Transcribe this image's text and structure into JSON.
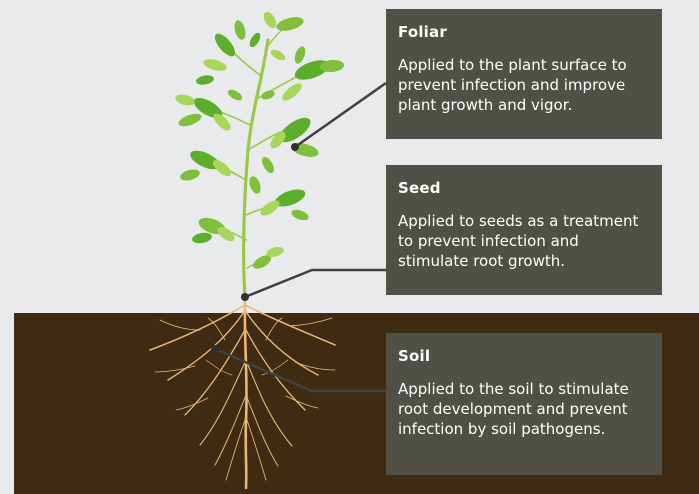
{
  "callouts": {
    "foliar": {
      "title": "Foliar",
      "text": "Applied to the plant surface to prevent infection and improve plant growth and vigor."
    },
    "seed": {
      "title": "Seed",
      "text": "Applied to seeds as a treatment to prevent infection and stimulate root growth."
    },
    "soil": {
      "title": "Soil",
      "text": "Applied to the soil to stimulate root development and prevent infection by soil pathogens."
    }
  },
  "colors": {
    "background": "#e9eaec",
    "soil": "#3f2a12",
    "callout_box": "#505047",
    "leader_line": "#3f4142",
    "root": "#e8b978",
    "stem": "#9ac94a",
    "leaf_dark": "#5cae2c",
    "leaf_light": "#a6d65a"
  }
}
